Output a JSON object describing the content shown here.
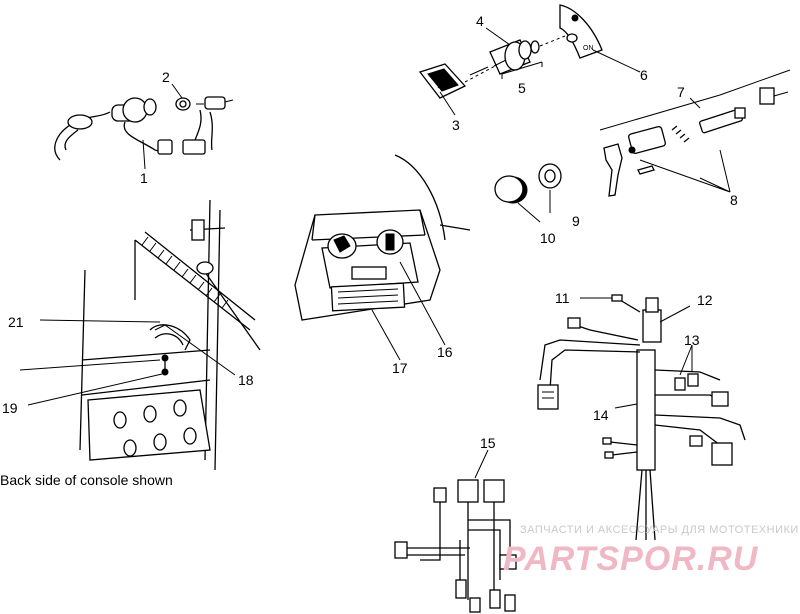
{
  "callouts": [
    "1",
    "2",
    "3",
    "4",
    "5",
    "6",
    "7",
    "8",
    "9",
    "10",
    "11",
    "12",
    "13",
    "14",
    "15",
    "16",
    "17",
    "18",
    "19",
    "21"
  ],
  "caption": "Back side of console shown",
  "decal_text": "ON",
  "watermark": {
    "line1": "ЗАПЧАСТИ И АКСЕССУАРЫ ДЛЯ МОТОТЕХНИКИ",
    "line2": "PARTSPOR.RU"
  }
}
